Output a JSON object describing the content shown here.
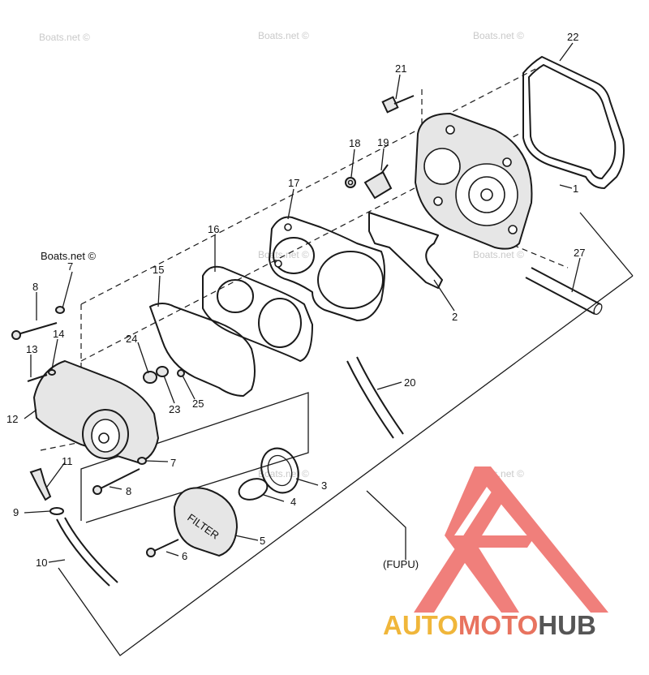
{
  "watermark": "Boats.net ©",
  "callouts": {
    "c1": "1",
    "c2": "2",
    "c3": "3",
    "c4": "4",
    "c5": "5",
    "c6": "6",
    "c7a": "7",
    "c7b": "7",
    "c8a": "8",
    "c8b": "8",
    "c9": "9",
    "c10": "10",
    "c11": "11",
    "c12": "12",
    "c13": "13",
    "c14": "14",
    "c15": "15",
    "c16": "16",
    "c17": "17",
    "c18": "18",
    "c19": "19",
    "c20": "20",
    "c21": "21",
    "c22": "22",
    "c23": "23",
    "c24": "24",
    "c25": "25",
    "c27": "27"
  },
  "assembly_label": "(FUPU)",
  "filter_text": "FILTER",
  "logo": {
    "word_auto": "AUTO",
    "word_moto": "MOTO",
    "word_hub": "HUB",
    "color_auto": "#f0b63a",
    "color_moto": "#e8735f",
    "color_hub": "#555555",
    "mark_color": "#f07f7b"
  }
}
